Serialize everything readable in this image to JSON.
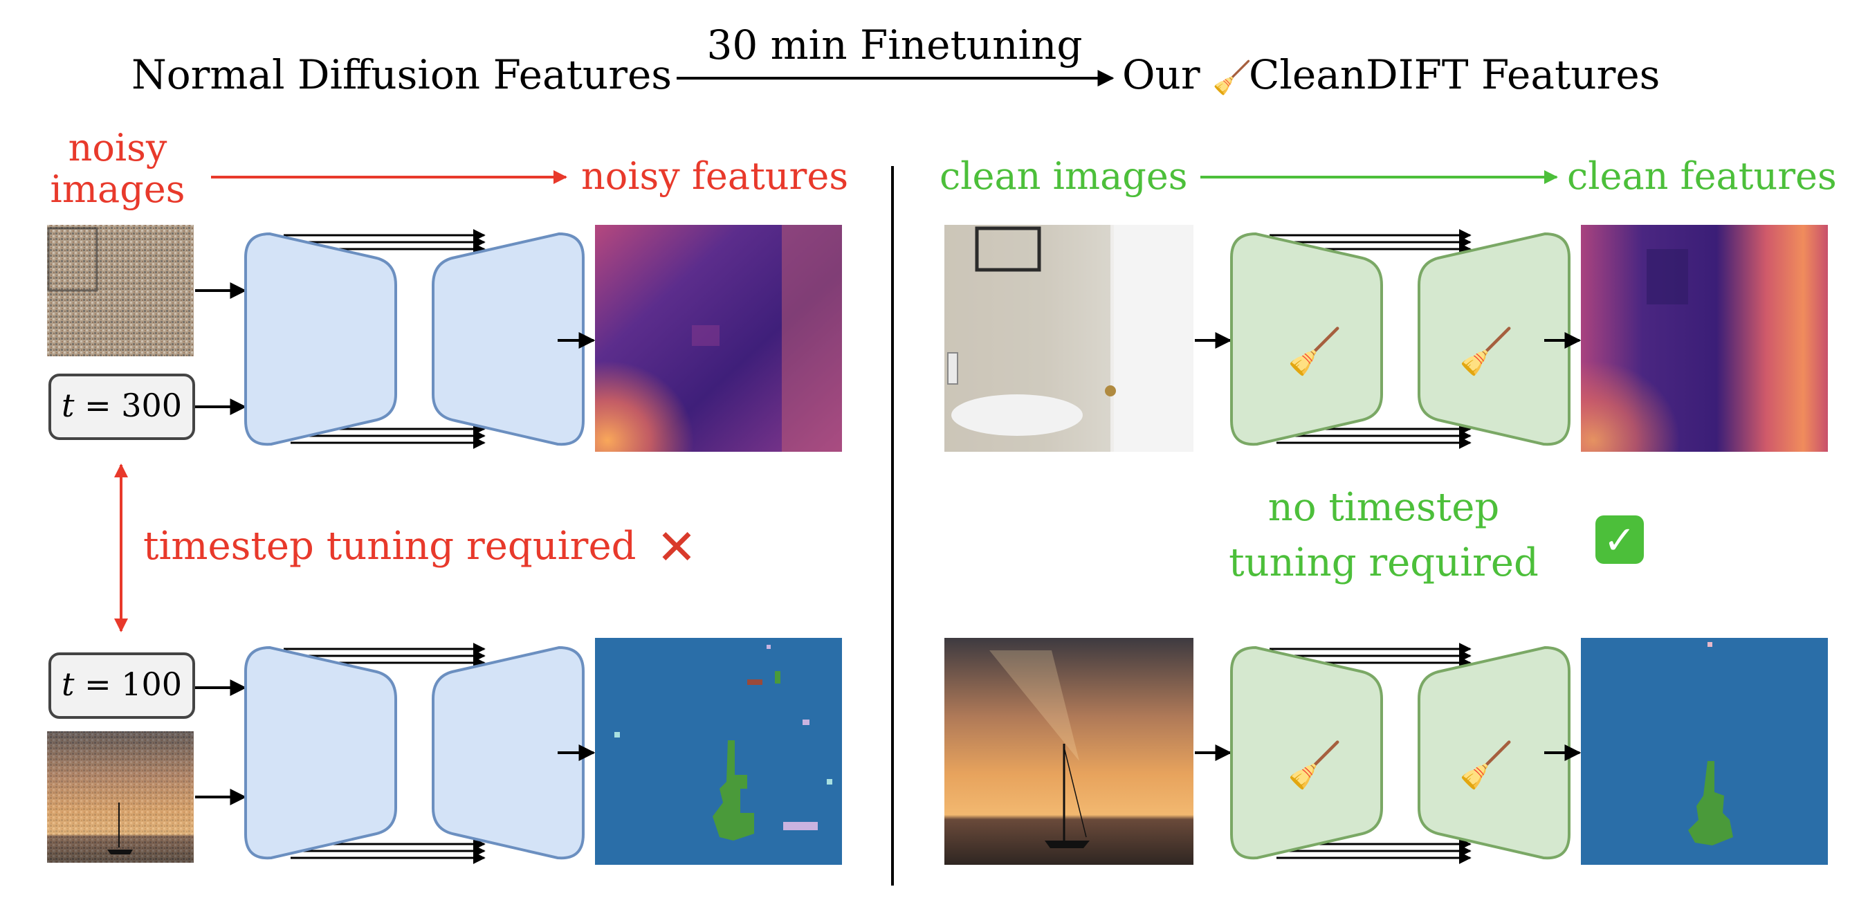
{
  "header": {
    "left": "Normal Diffusion Features",
    "arrow_label": "30 min Finetuning",
    "right_prefix": "Our",
    "right_suffix": "CleanDIFT Features",
    "broom_glyph": "🧹"
  },
  "left_panel": {
    "input_label_line1": "noisy",
    "input_label_line2": "images",
    "output_label": "noisy features",
    "timestep_top_t": "t",
    "timestep_top_eq": " = 300",
    "timestep_bottom_t": "t",
    "timestep_bottom_eq": " = 100",
    "note": "timestep tuning required",
    "note_icon": "✕",
    "color": "#e8392b"
  },
  "right_panel": {
    "input_label": "clean images",
    "output_label": "clean features",
    "note_line1": "no timestep",
    "note_line2": "tuning required",
    "note_icon": "✓",
    "color": "#4cbf3a"
  },
  "colors": {
    "unet_blue_fill": "#d4e3f7",
    "unet_blue_stroke": "#6b8fc0",
    "unet_green_fill": "#d5e8cf",
    "unet_green_stroke": "#7aa865",
    "seg_background": "#2a6ea8",
    "seg_object": "#4a9a3a"
  }
}
